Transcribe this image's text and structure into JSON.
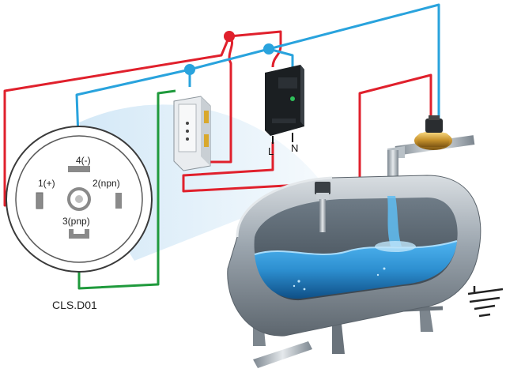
{
  "connector": {
    "pin_negative": "4(-)",
    "pin_positive": "1(+)",
    "pin_npn": "2(npn)",
    "pin_pnp": "3(pnp)",
    "model_label": "CLS.D01"
  },
  "power_supply": {
    "terminal_l": "L",
    "terminal_n": "N"
  },
  "colors": {
    "red_wire": "#e0202c",
    "blue_wire": "#29a3dd",
    "green_wire": "#1f9a3c",
    "water": "#2d8fd0",
    "tank_metal": "#9aa4ad"
  },
  "icons": [
    "ground-icon",
    "solenoid-valve-icon",
    "relay-icon",
    "power-supply-icon",
    "level-sensor-icon"
  ]
}
